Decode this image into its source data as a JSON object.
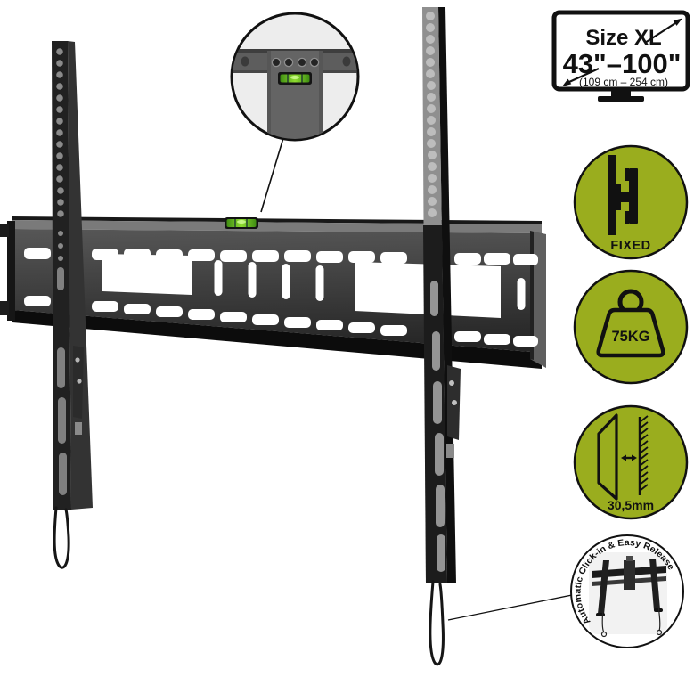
{
  "size_badge": {
    "title": "Size XL",
    "range": "43\"–100\"",
    "metric": "(109 cm – 254 cm)",
    "icon": "tv-diagonal-size-icon"
  },
  "feature_badges": [
    {
      "label": "FIXED",
      "icon": "fixed-mount-icon"
    },
    {
      "label": "75KG",
      "icon": "max-weight-icon"
    },
    {
      "label": "30,5mm",
      "icon": "wall-distance-icon"
    }
  ],
  "callout": {
    "text": "Automatic Click-in & Easy Release",
    "icon": "click-in-mount-icon"
  },
  "inset": {
    "icon": "bubble-level-closeup"
  },
  "colors": {
    "badge_green": "#9aad1e",
    "outline_black": "#111111",
    "metal_dark": "#1e1e1e",
    "metal_light": "#8f8f8f",
    "level_green": "#6fc822",
    "background": "#ffffff"
  }
}
